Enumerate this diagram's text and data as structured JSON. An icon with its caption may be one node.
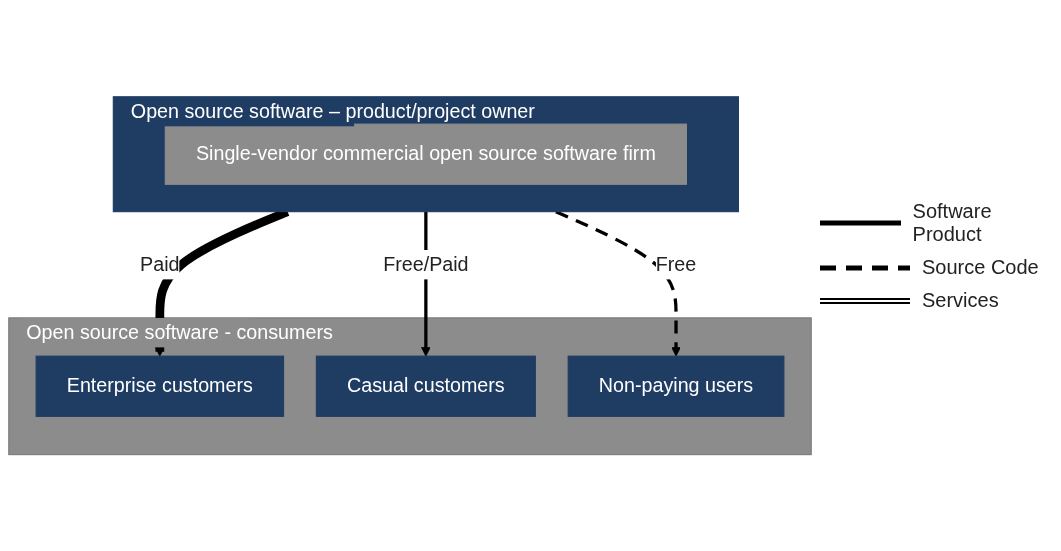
{
  "diagram": {
    "nodes": [
      {
        "text": [
          "Open source software – product/project owner"
        ]
      },
      {
        "text": [
          "Single-vendor commercial open source software firm"
        ],
        "in": 0
      },
      {
        "text": [
          "Open source software - consumers"
        ]
      },
      {
        "text": [
          "Enterprise customers"
        ],
        "in": 2
      },
      {
        "text": [
          "Casual customers"
        ],
        "in": 2
      },
      {
        "text": [
          "Non-paying users"
        ],
        "in": 2
      }
    ],
    "edges": [
      {
        "from": 0,
        "to": 3,
        "arrow": "to",
        "label": "Paid",
        "style": "thick"
      },
      {
        "from": 0,
        "to": 4,
        "arrow": "to",
        "label": "Free/Paid"
      },
      {
        "from": 0,
        "to": 5,
        "arrow": "to",
        "label": "Free",
        "style": "dashed"
      }
    ],
    "legend": [
      {
        "text": "Software Product"
      },
      {
        "text": "Source Code"
      },
      {
        "text": "Services"
      }
    ]
  }
}
